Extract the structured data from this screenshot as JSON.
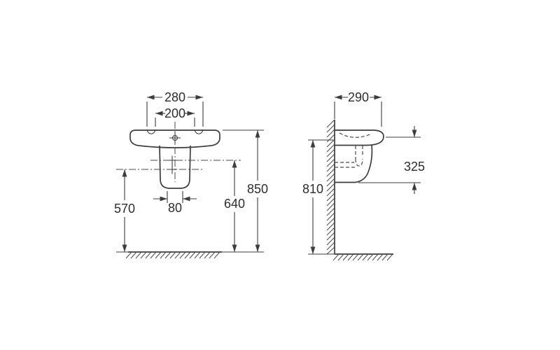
{
  "colors": {
    "line": "#3d3d3d",
    "text": "#2d2d2d",
    "background": "#ffffff"
  },
  "front_view": {
    "dims": {
      "top_outer": "280",
      "top_inner": "200",
      "base": "80",
      "left_height": "570",
      "mid_height": "640",
      "right_height": "850"
    }
  },
  "side_view": {
    "dims": {
      "depth": "290",
      "height": "810",
      "pedestal": "325"
    }
  }
}
